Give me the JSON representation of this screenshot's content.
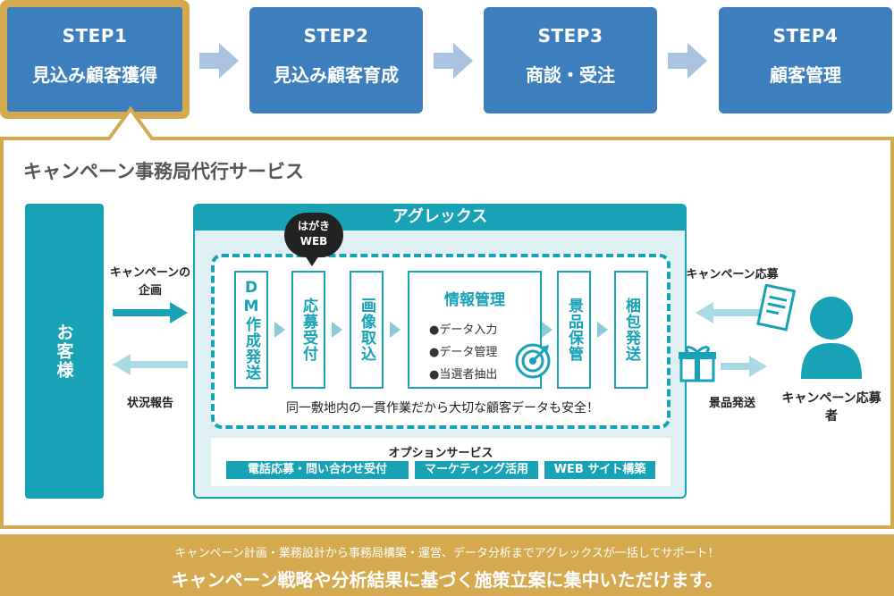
{
  "steps": [
    {
      "step": "STEP1",
      "label": "見込み顧客獲得"
    },
    {
      "step": "STEP2",
      "label": "見込み顧客育成"
    },
    {
      "step": "STEP3",
      "label": "商談・受注"
    },
    {
      "step": "STEP4",
      "label": "顧客管理"
    }
  ],
  "section_title": "キャンペーン事務局代行サービス",
  "customer": "お客様",
  "arrow_plan": "キャンペーンの企画",
  "arrow_report": "状況報告",
  "company": "アグレックス",
  "bubble": "はがきWEB",
  "process": [
    "DM作成発送",
    "応募受付",
    "画像取込"
  ],
  "info": {
    "title": "情報管理",
    "items": [
      "●データ入力",
      "●データ管理",
      "●当選者抽出"
    ]
  },
  "process_after": [
    "景品保管",
    "梱包発送"
  ],
  "safety_note": "同一敷地内の一貫作業だから大切な顧客データも安全！",
  "options": {
    "title": "オプションサービス",
    "items": [
      "電話応募・問い合わせ受付",
      "マーケティング活用",
      "WEB サイト構築"
    ]
  },
  "apply_label": "キャンペーン応募",
  "prize_label": "景品発送",
  "applicant": "キャンペーン応募者",
  "footer": {
    "line1": "キャンペーン計画・業務設計から事務局構築・運営、データ分析までアグレックスが一括してサポート！",
    "line2": "キャンペーン戦略や分析結果に基づく施策立案に集中いただけます。"
  },
  "colors": {
    "step_blue": "#3d7fbd",
    "teal": "#17a2b6",
    "gold": "#d5a94f",
    "light_arrow": "#a9c3e0"
  }
}
